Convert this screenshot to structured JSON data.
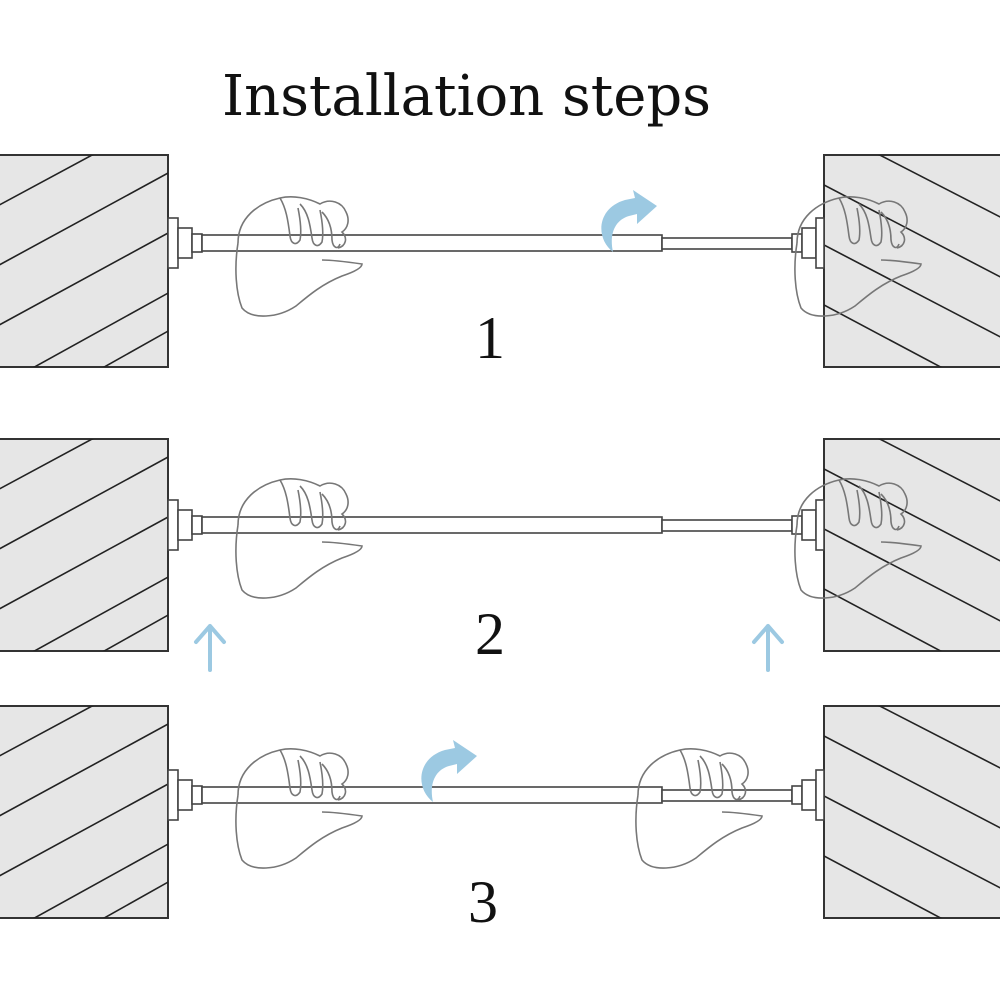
{
  "title": "Installation steps",
  "steps": [
    {
      "label": "1",
      "action": "twist"
    },
    {
      "label": "2",
      "action": "lift"
    },
    {
      "label": "3",
      "action": "twist"
    }
  ],
  "colors": {
    "wall_fill": "#e6e6e6",
    "wall_stroke": "#333333",
    "hatch": "#222222",
    "rod_stroke": "#444444",
    "hand_stroke": "#777777",
    "arrow_blue": "#9cc9e2",
    "text": "#111111"
  },
  "icons": [
    "wall-block",
    "tension-rod",
    "hand-outline-icon",
    "curved-twist-arrow-icon",
    "up-arrow-icon"
  ]
}
